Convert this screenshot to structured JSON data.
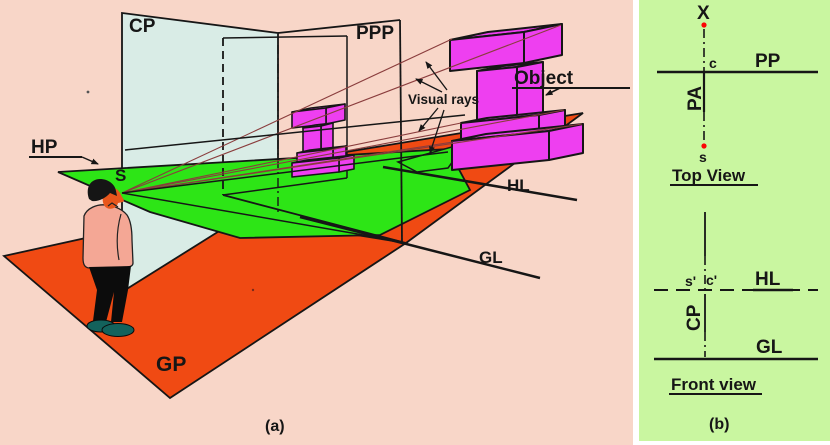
{
  "figure": {
    "description": "Perspective projection terminology diagram with pictorial view and orthographic views"
  },
  "colors": {
    "background_pink": "#f8d6c8",
    "panel_b_bg": "#c9f6a0",
    "ground_orange": "#f04a13",
    "hp_green": "#2de516",
    "cp_cyan": "#d9ece6",
    "object_magenta": "#ee3ff0",
    "ray_brown": "#8a3d3d",
    "red_dot": "#fb0505",
    "line_black": "#161616",
    "person_jacket": "#f4a795",
    "person_face": "#e8561c",
    "person_hair": "#151515",
    "person_pants": "#0c0c0c",
    "person_shoes": "#13625c"
  },
  "panel_a": {
    "caption": "(a)",
    "labels": {
      "cp": "CP",
      "ppp": "PPP",
      "hp": "HP",
      "station_point": "S",
      "object": "Object",
      "visual_rays": "Visual rays",
      "horizon_line": "HL",
      "ground_line": "GL",
      "ground_plane": "GP"
    }
  },
  "panel_b": {
    "caption": "(b)",
    "top_view": {
      "title": "Top View",
      "axis_x": "X",
      "picture_plane": "PP",
      "principal_axis": "PA",
      "center_point": "c",
      "station_point": "s"
    },
    "front_view": {
      "title": "Front view",
      "horizon_line": "HL",
      "ground_line": "GL",
      "central_plane": "CP",
      "station_point": "s'",
      "center_point": "c'"
    }
  }
}
